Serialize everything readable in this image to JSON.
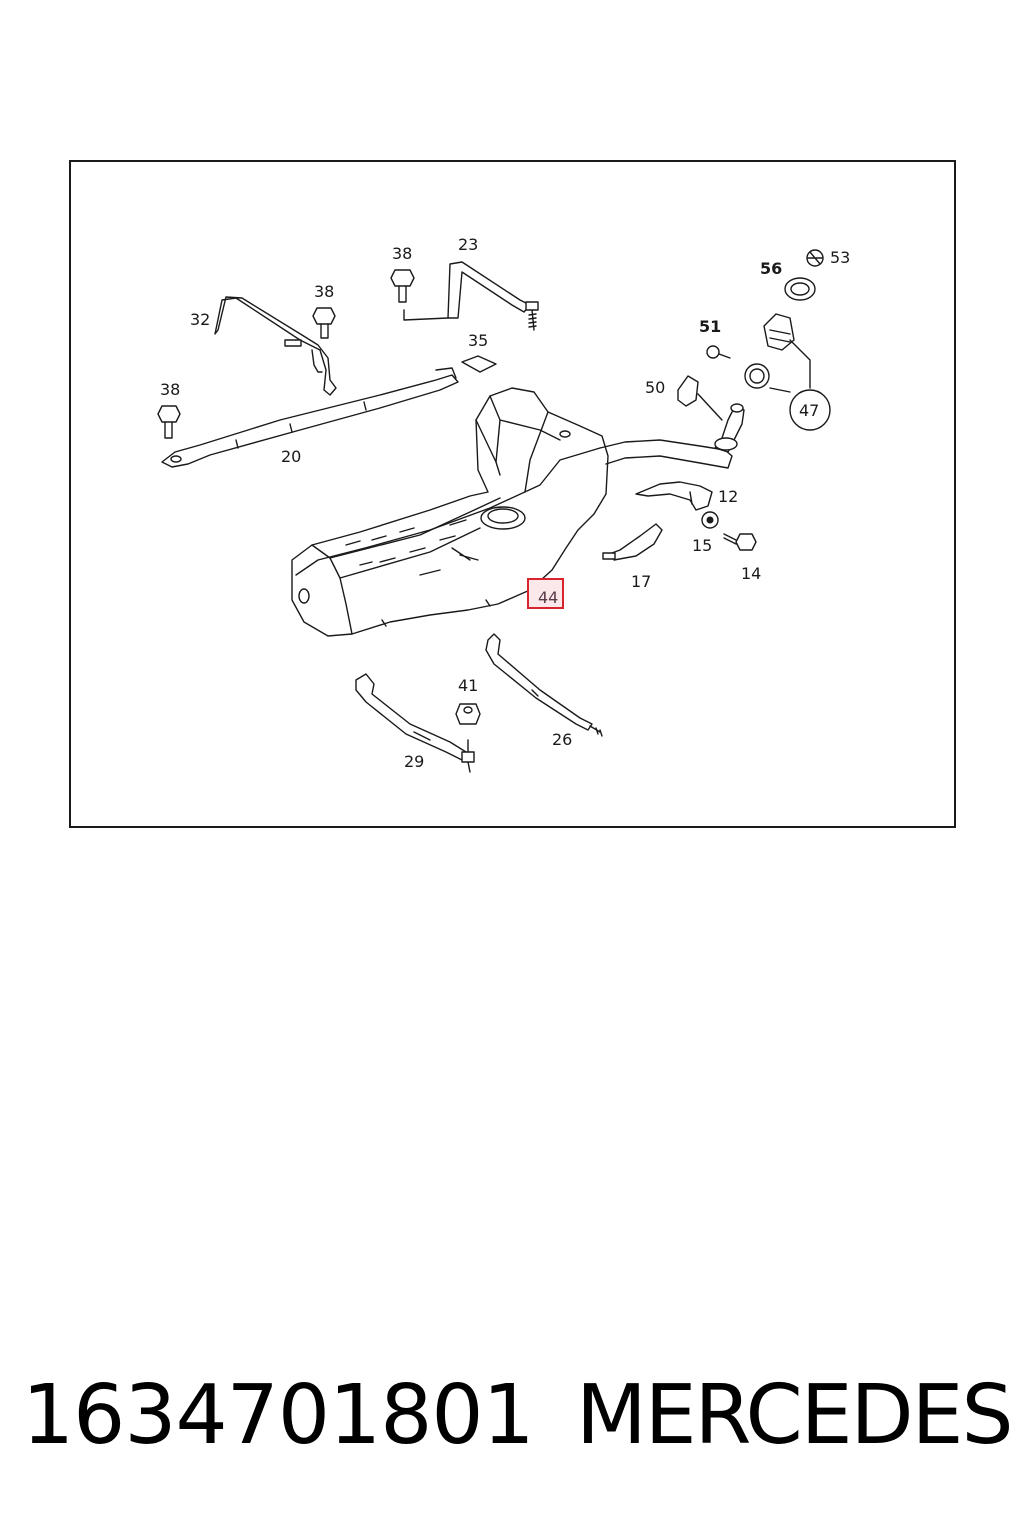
{
  "diagram": {
    "callouts": {
      "c38a": "38",
      "c23": "23",
      "c56": "56",
      "c53": "53",
      "c38b": "38",
      "c32": "32",
      "c51": "51",
      "c35": "35",
      "c50": "50",
      "c47": "47",
      "c38c": "38",
      "c20": "20",
      "c12": "12",
      "c15": "15",
      "c14": "14",
      "c17": "17",
      "c44": "44",
      "c41": "41",
      "c26": "26",
      "c29": "29"
    },
    "highlighted_callout": "44",
    "highlight_color": "#d9242b"
  },
  "footer": {
    "part_number": "1634701801",
    "brand": "MERCEDES"
  }
}
